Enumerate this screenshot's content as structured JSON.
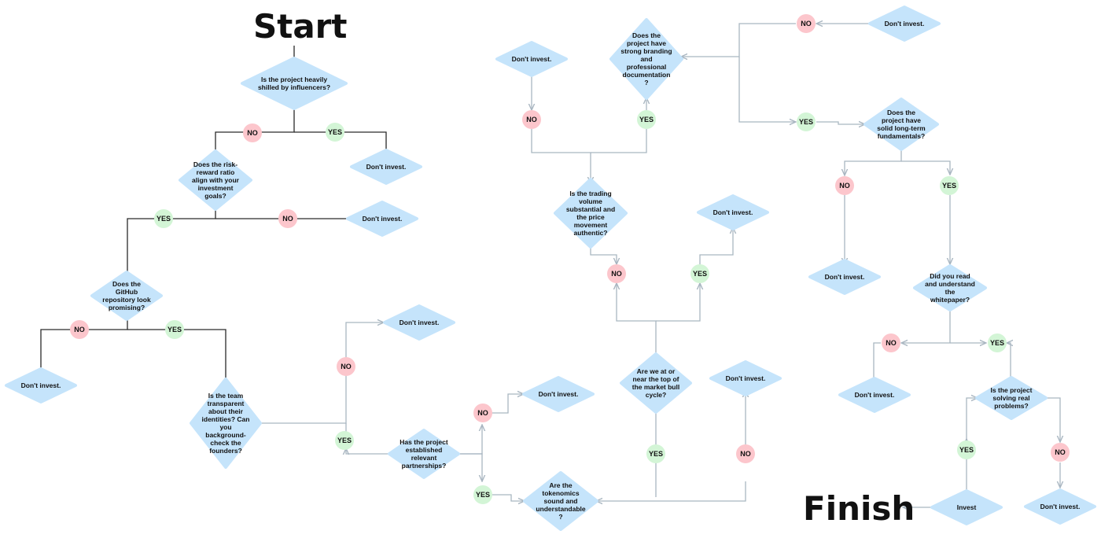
{
  "title_start": "Start",
  "title_finish": "Finish",
  "colors": {
    "diamond": "#c5e4fb",
    "no": "#fcc6cc",
    "yes": "#d3f5d6",
    "line_dark": "#2a2a2a",
    "line_light": "#a9b6c1"
  },
  "labels": {
    "yes": "YES",
    "no": "NO",
    "dont_invest": "Don't invest.",
    "invest": "Invest"
  },
  "questions": {
    "q_shilled": [
      "Is the project heavily",
      "shilled by influencers?"
    ],
    "q_risk": [
      "Does the risk-",
      "reward ratio",
      "align with your",
      "investment",
      "goals?"
    ],
    "q_github": [
      "Does the",
      "GitHub",
      "repository look",
      "promising?"
    ],
    "q_team": [
      "Is the team",
      "transparent",
      "about their",
      "identities? Can",
      "you",
      "background-",
      "check the",
      "founders?"
    ],
    "q_partner": [
      "Has the project",
      "established",
      "relevant",
      "partnerships?"
    ],
    "q_tokenomics": [
      "Are the",
      "tokenomics",
      "sound and",
      "understandable",
      "?"
    ],
    "q_bull": [
      "Are we at or",
      "near the top of",
      "the market bull",
      "cycle?"
    ],
    "q_volume": [
      "Is the trading",
      "volume",
      "substantial and",
      "the price",
      "movement",
      "authentic?"
    ],
    "q_branding": [
      "Does the",
      "project have",
      "strong branding",
      "and",
      "professional",
      "documentation",
      "?"
    ],
    "q_fundamentals": [
      "Does the",
      "project have",
      "solid long-term",
      "fundamentals?"
    ],
    "q_whitepaper": [
      "Did you read",
      "and understand",
      "the",
      "whitepaper?"
    ],
    "q_problems": [
      "Is the project",
      "solving real",
      "problems?"
    ]
  }
}
